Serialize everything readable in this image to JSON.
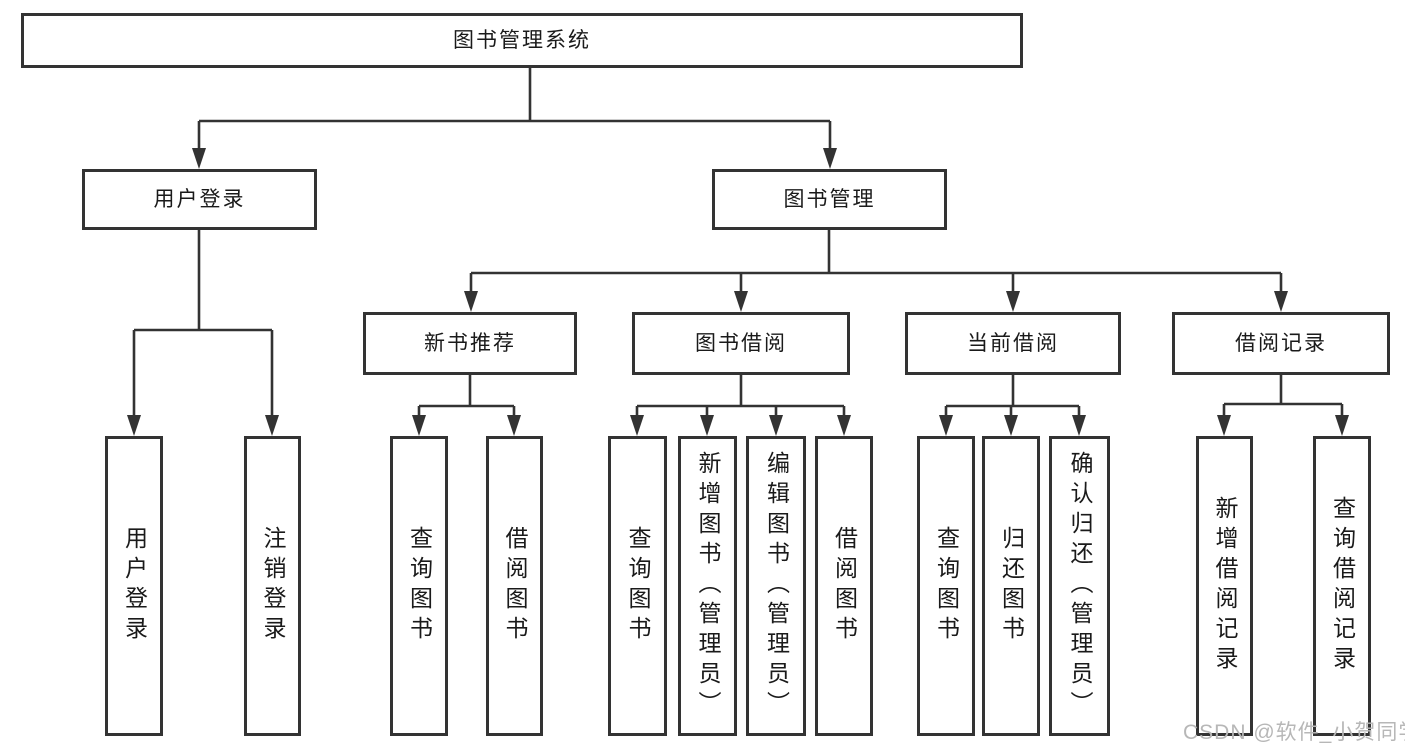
{
  "tree": {
    "root": {
      "label": "图书管理系统"
    },
    "level2": [
      {
        "label": "用户登录",
        "children": [
          {
            "label": "用户登录"
          },
          {
            "label": "注销登录"
          }
        ]
      },
      {
        "label": "图书管理",
        "children": [
          {
            "label": "新书推荐",
            "children": [
              {
                "label": "查询图书"
              },
              {
                "label": "借阅图书"
              }
            ]
          },
          {
            "label": "图书借阅",
            "children": [
              {
                "label": "查询图书"
              },
              {
                "label": "新增图书（管理员）"
              },
              {
                "label": "编辑图书（管理员）"
              },
              {
                "label": "借阅图书"
              }
            ]
          },
          {
            "label": "当前借阅",
            "children": [
              {
                "label": "查询图书"
              },
              {
                "label": "归还图书"
              },
              {
                "label": "确认归还（管理员）"
              }
            ]
          },
          {
            "label": "借阅记录",
            "children": [
              {
                "label": "新增借阅记录"
              },
              {
                "label": "查询借阅记录"
              }
            ]
          }
        ]
      }
    ]
  },
  "watermark": {
    "text": "CSDN @软件_小贺同学",
    "color": "#b7b7b7"
  },
  "colors": {
    "line": "#333333",
    "box_border": "#333333",
    "text": "#1a1a1a",
    "background": "#ffffff"
  }
}
